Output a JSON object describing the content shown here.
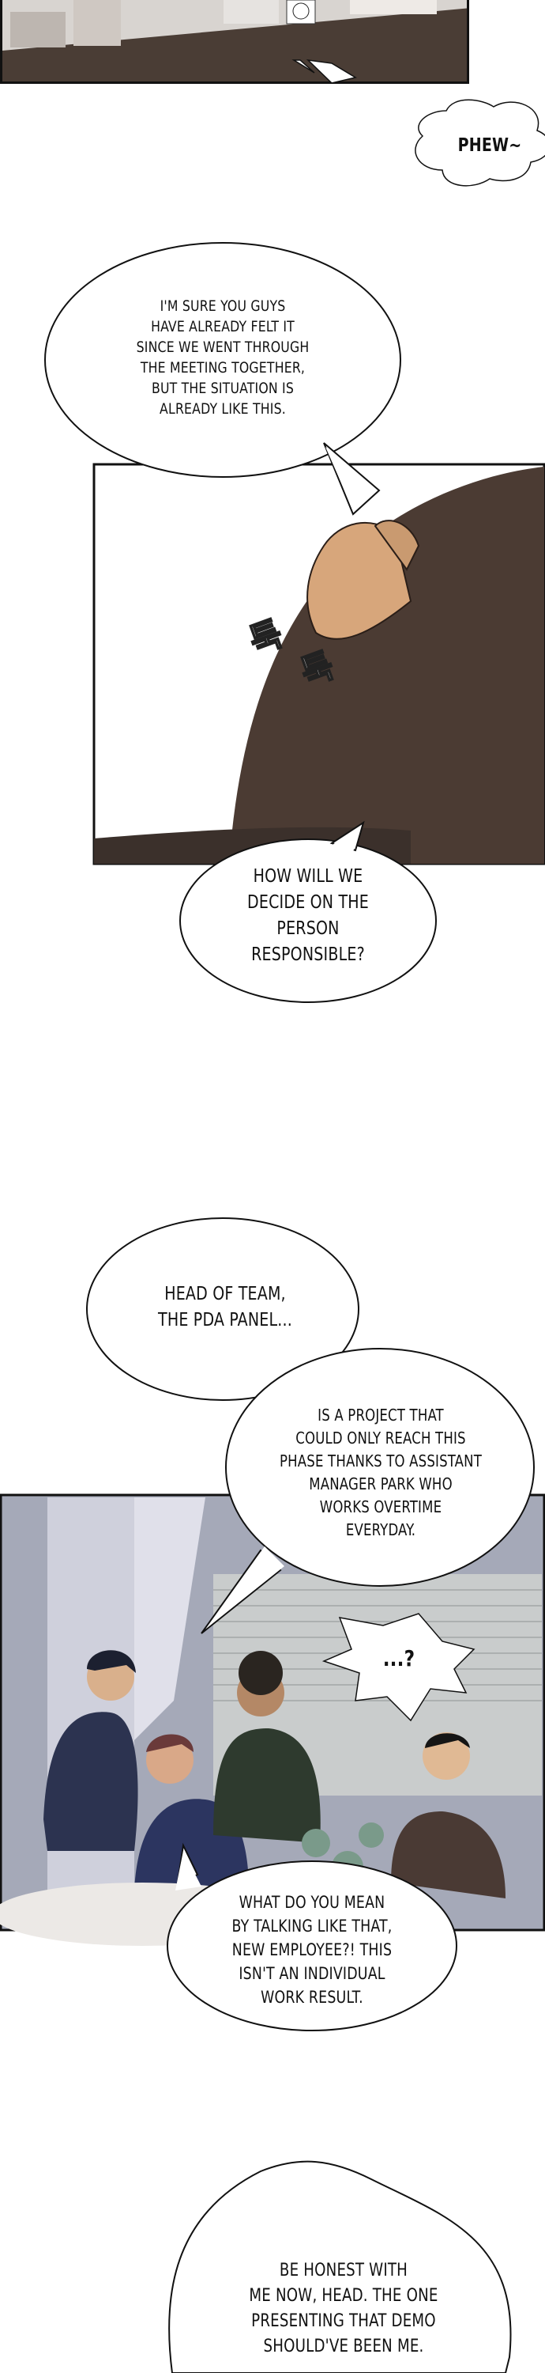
{
  "panels": [
    {
      "id": "office-top",
      "colors": {
        "floor": "#4a3d35",
        "wall": "#d8d4d0"
      }
    },
    {
      "id": "hand-closeup",
      "colors": {
        "sleeve": "#4b3b33",
        "skin": "#d7a67b"
      }
    },
    {
      "id": "meeting-room",
      "colors": {
        "wall": "#a5a9b8",
        "blinds": "#c9cccc",
        "table": "#ece9e6",
        "plant": "#7a9a8a"
      }
    }
  ],
  "bubbles": {
    "phew": "PHEW~",
    "situation": "I'M SURE YOU GUYS\nHAVE ALREADY FELT IT\nSINCE WE WENT THROUGH\nTHE MEETING TOGETHER,\nBUT THE SITUATION IS\nALREADY LIKE THIS.",
    "responsible": "HOW WILL WE\nDECIDE ON THE\nPERSON\nRESPONSIBLE?",
    "head_of_team": "HEAD OF TEAM,\nTHE PDA PANEL...",
    "project": "IS A PROJECT THAT\nCOULD ONLY REACH THIS\nPHASE THANKS TO ASSISTANT\nMANAGER PARK WHO\nWORKS OVERTIME\nEVERYDAY.",
    "question": "...?",
    "what_mean": "WHAT DO YOU MEAN\nBY TALKING LIKE THAT,\nNEW EMPLOYEE?! THIS\nISN'T AN INDIVIDUAL\nWORK RESULT.",
    "be_honest": "BE HONEST WITH\nME NOW, HEAD. THE ONE\nPRESENTING THAT DEMO\nSHOULD'VE BEEN ME."
  },
  "sfx": {
    "tap1": "툭",
    "tap2": "툭"
  }
}
